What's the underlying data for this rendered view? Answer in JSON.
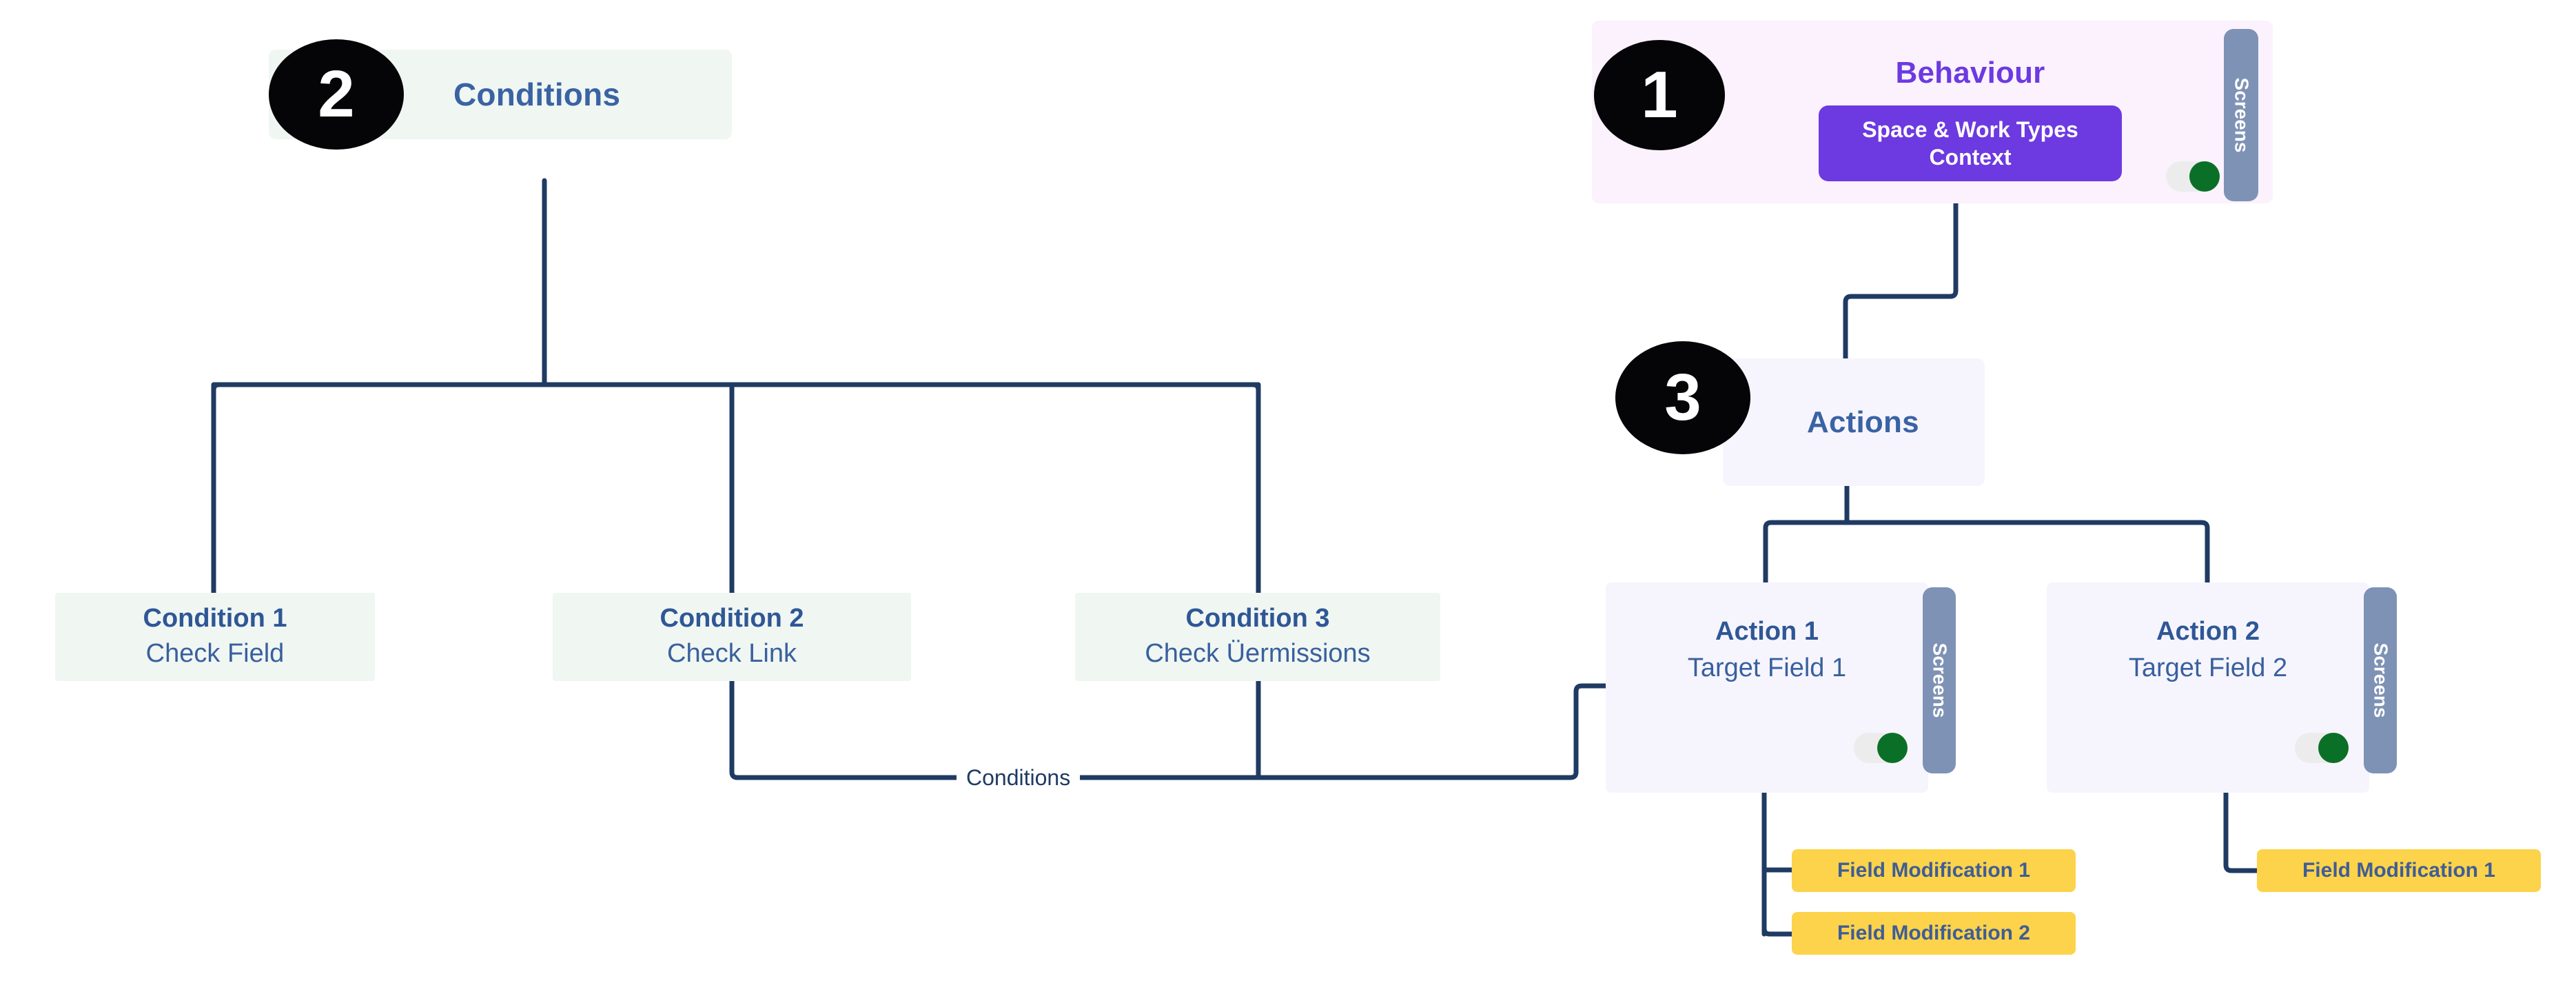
{
  "diagram": {
    "title": "Behaviour / Conditions / Actions flow",
    "edge_stroke_color": "#1f3b63",
    "badge_color": "#050508",
    "accent_purple": "#6c3ae0",
    "accent_blue": "#2f5796",
    "chip_yellow": "#fcd34a",
    "toggle_on_color": "#0b7027",
    "screens_tab_color": "#7e92b5"
  },
  "stages": {
    "behaviour": {
      "number": "1",
      "title": "Behaviour",
      "context_chip": "Space & Work Types Context",
      "screens_tab_label": "Screens",
      "toggle_state": "on"
    },
    "conditions": {
      "number": "2",
      "title": "Conditions"
    },
    "actions": {
      "number": "3",
      "title": "Actions"
    }
  },
  "conditions": [
    {
      "name": "Condition 1",
      "sub": "Check Field"
    },
    {
      "name": "Condition 2",
      "sub": "Check Link"
    },
    {
      "name": "Condition 3",
      "sub": "Check Üermissions"
    }
  ],
  "actions": [
    {
      "name": "Action 1",
      "sub": "Target Field 1",
      "screens_tab_label": "Screens",
      "toggle_state": "on",
      "field_modifications": [
        "Field Modification 1",
        "Field Modification 2"
      ]
    },
    {
      "name": "Action 2",
      "sub": "Target Field 2",
      "screens_tab_label": "Screens",
      "toggle_state": "on",
      "field_modifications": [
        "Field Modification 1"
      ]
    }
  ],
  "edge_labels": {
    "conditions_loop": "Conditions"
  }
}
